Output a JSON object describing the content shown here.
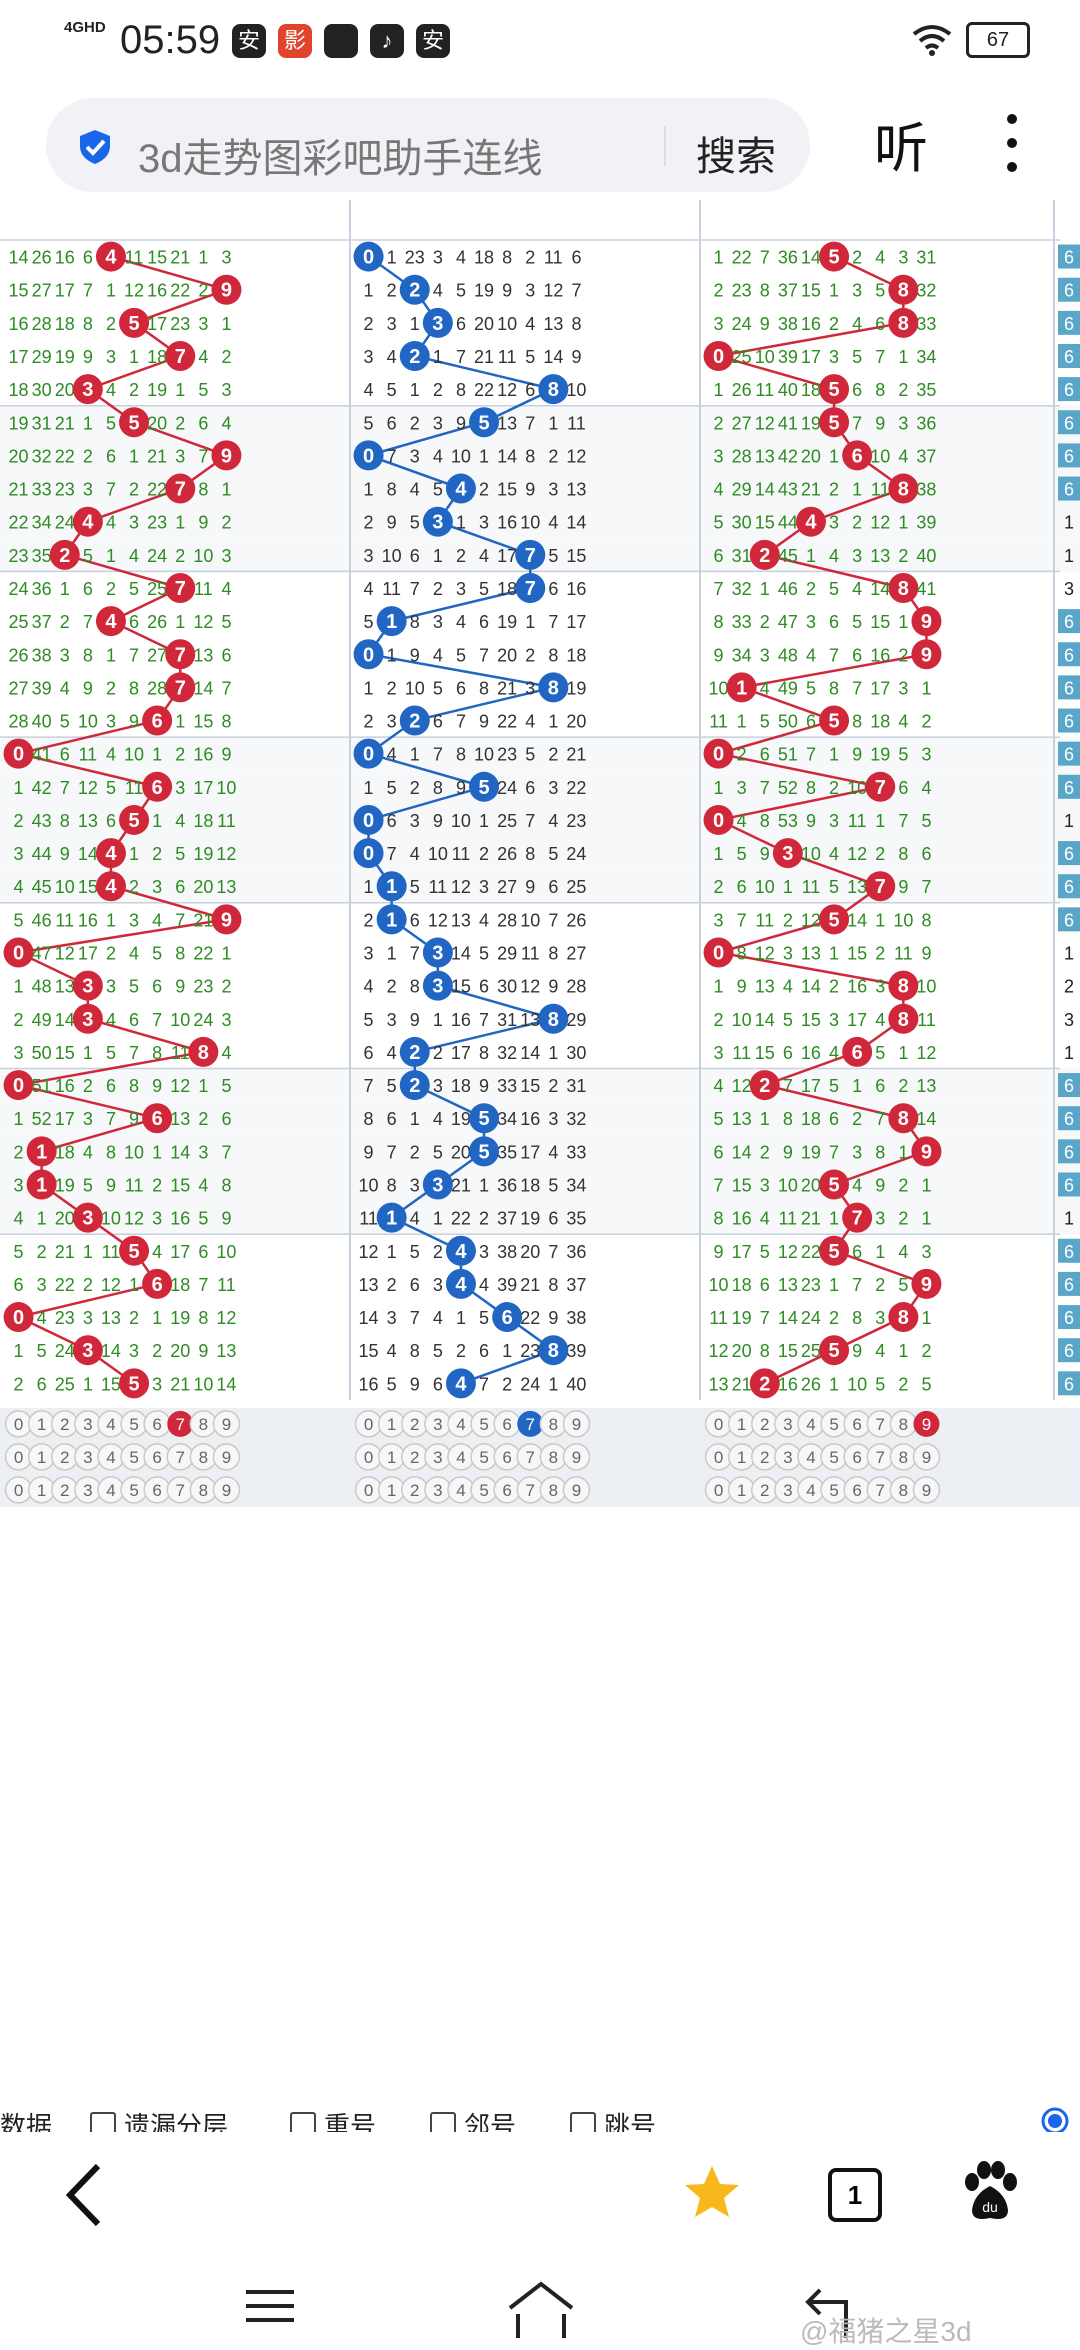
{
  "status_bar": {
    "network": "4GHD",
    "time": "05:59",
    "battery": "67",
    "apps": [
      "安",
      "影",
      "",
      "♪",
      "安"
    ]
  },
  "toolbar": {
    "search_text": "3d走势图彩吧助手连线",
    "search_button": "搜索",
    "listen_button": "听"
  },
  "chart_data": {
    "type": "table",
    "red_ball_color": "#d0283a",
    "blue_ball_color": "#2166c2",
    "cell_text_color": "#2e8b23",
    "hundreds": [
      [
        14,
        26,
        16,
        6,
        "4",
        11,
        15,
        21,
        1,
        3
      ],
      [
        15,
        27,
        17,
        7,
        1,
        12,
        16,
        22,
        2,
        "9"
      ],
      [
        16,
        28,
        18,
        8,
        2,
        "5",
        17,
        23,
        3,
        1
      ],
      [
        17,
        29,
        19,
        9,
        3,
        1,
        18,
        "7",
        4,
        2
      ],
      [
        18,
        30,
        20,
        "3",
        4,
        2,
        19,
        1,
        5,
        3
      ],
      [
        19,
        31,
        21,
        1,
        5,
        "5",
        20,
        2,
        6,
        4
      ],
      [
        20,
        32,
        22,
        2,
        6,
        1,
        21,
        3,
        7,
        "9"
      ],
      [
        21,
        33,
        23,
        3,
        7,
        2,
        22,
        "7",
        8,
        1
      ],
      [
        22,
        34,
        24,
        "4",
        4,
        3,
        23,
        1,
        9,
        2
      ],
      [
        23,
        35,
        "2",
        5,
        1,
        4,
        24,
        2,
        10,
        3
      ],
      [
        24,
        36,
        1,
        6,
        2,
        5,
        25,
        "7",
        11,
        4
      ],
      [
        25,
        37,
        2,
        7,
        "4",
        6,
        26,
        1,
        12,
        5
      ],
      [
        26,
        38,
        3,
        8,
        1,
        7,
        27,
        "7",
        13,
        6
      ],
      [
        27,
        39,
        4,
        9,
        2,
        8,
        28,
        "7",
        14,
        7
      ],
      [
        28,
        40,
        5,
        10,
        3,
        9,
        "6",
        1,
        15,
        8
      ],
      [
        "0",
        41,
        6,
        11,
        4,
        10,
        1,
        2,
        16,
        9
      ],
      [
        1,
        42,
        7,
        12,
        5,
        11,
        "6",
        3,
        17,
        10
      ],
      [
        2,
        43,
        8,
        13,
        6,
        "5",
        1,
        4,
        18,
        11
      ],
      [
        3,
        44,
        9,
        14,
        "4",
        1,
        2,
        5,
        19,
        12
      ],
      [
        4,
        45,
        10,
        15,
        "4",
        2,
        3,
        6,
        20,
        13
      ],
      [
        5,
        46,
        11,
        16,
        1,
        3,
        4,
        7,
        21,
        "9"
      ],
      [
        "0",
        47,
        12,
        17,
        2,
        4,
        5,
        8,
        22,
        1
      ],
      [
        1,
        48,
        13,
        "3",
        3,
        5,
        6,
        9,
        23,
        2
      ],
      [
        2,
        49,
        14,
        "3",
        4,
        6,
        7,
        10,
        24,
        3
      ],
      [
        3,
        50,
        15,
        1,
        5,
        7,
        8,
        11,
        "8",
        4
      ],
      [
        "0",
        51,
        16,
        2,
        6,
        8,
        9,
        12,
        1,
        5
      ],
      [
        1,
        52,
        17,
        3,
        7,
        9,
        "6",
        13,
        2,
        6
      ],
      [
        2,
        "1",
        18,
        4,
        8,
        10,
        1,
        14,
        3,
        7
      ],
      [
        3,
        "1",
        19,
        5,
        9,
        11,
        2,
        15,
        4,
        8
      ],
      [
        4,
        1,
        20,
        "3",
        10,
        12,
        3,
        16,
        5,
        9
      ],
      [
        5,
        2,
        21,
        1,
        11,
        "5",
        4,
        17,
        6,
        10
      ],
      [
        6,
        3,
        22,
        2,
        12,
        1,
        "6",
        18,
        7,
        11
      ],
      [
        "0",
        4,
        23,
        3,
        13,
        2,
        1,
        19,
        8,
        12
      ],
      [
        1,
        5,
        24,
        "3",
        14,
        3,
        2,
        20,
        9,
        13
      ],
      [
        2,
        6,
        25,
        1,
        15,
        "5",
        3,
        21,
        10,
        14
      ]
    ],
    "tens": [
      [
        "0",
        1,
        23,
        3,
        4,
        18,
        8,
        2,
        11,
        6
      ],
      [
        1,
        2,
        "2",
        4,
        5,
        19,
        9,
        3,
        12,
        7
      ],
      [
        2,
        3,
        1,
        "3",
        6,
        20,
        10,
        4,
        13,
        8
      ],
      [
        3,
        4,
        "2",
        1,
        7,
        21,
        11,
        5,
        14,
        9
      ],
      [
        4,
        5,
        1,
        2,
        8,
        22,
        12,
        6,
        "8",
        10
      ],
      [
        5,
        6,
        2,
        3,
        9,
        "5",
        13,
        7,
        1,
        11
      ],
      [
        "0",
        7,
        3,
        4,
        10,
        1,
        14,
        8,
        2,
        12
      ],
      [
        1,
        8,
        4,
        5,
        "4",
        2,
        15,
        9,
        3,
        13
      ],
      [
        2,
        9,
        5,
        "3",
        1,
        3,
        16,
        10,
        4,
        14
      ],
      [
        3,
        10,
        6,
        1,
        2,
        4,
        17,
        "7",
        5,
        15
      ],
      [
        4,
        11,
        7,
        2,
        3,
        5,
        18,
        "7",
        6,
        16
      ],
      [
        5,
        "1",
        8,
        3,
        4,
        6,
        19,
        1,
        7,
        17
      ],
      [
        "0",
        1,
        9,
        4,
        5,
        7,
        20,
        2,
        8,
        18
      ],
      [
        1,
        2,
        10,
        5,
        6,
        8,
        21,
        3,
        "8",
        19
      ],
      [
        2,
        3,
        "2",
        6,
        7,
        9,
        22,
        4,
        1,
        20
      ],
      [
        "0",
        4,
        1,
        7,
        8,
        10,
        23,
        5,
        2,
        21
      ],
      [
        1,
        5,
        2,
        8,
        9,
        "5",
        24,
        6,
        3,
        22
      ],
      [
        "0",
        6,
        3,
        9,
        10,
        1,
        25,
        7,
        4,
        23
      ],
      [
        "0",
        7,
        4,
        10,
        11,
        2,
        26,
        8,
        5,
        24
      ],
      [
        1,
        "1",
        5,
        11,
        12,
        3,
        27,
        9,
        6,
        25
      ],
      [
        2,
        "1",
        6,
        12,
        13,
        4,
        28,
        10,
        7,
        26
      ],
      [
        3,
        1,
        7,
        "3",
        14,
        5,
        29,
        11,
        8,
        27
      ],
      [
        4,
        2,
        8,
        "3",
        15,
        6,
        30,
        12,
        9,
        28
      ],
      [
        5,
        3,
        9,
        1,
        16,
        7,
        31,
        13,
        "8",
        29
      ],
      [
        6,
        4,
        "2",
        2,
        17,
        8,
        32,
        14,
        1,
        30
      ],
      [
        7,
        5,
        "2",
        3,
        18,
        9,
        33,
        15,
        2,
        31
      ],
      [
        8,
        6,
        1,
        4,
        19,
        "5",
        34,
        16,
        3,
        32
      ],
      [
        9,
        7,
        2,
        5,
        20,
        "5",
        35,
        17,
        4,
        33
      ],
      [
        10,
        8,
        3,
        "3",
        21,
        1,
        36,
        18,
        5,
        34
      ],
      [
        11,
        "1",
        4,
        1,
        22,
        2,
        37,
        19,
        6,
        35
      ],
      [
        12,
        1,
        5,
        2,
        "4",
        3,
        38,
        20,
        7,
        36
      ],
      [
        13,
        2,
        6,
        3,
        "4",
        4,
        39,
        21,
        8,
        37
      ],
      [
        14,
        3,
        7,
        4,
        1,
        5,
        "6",
        22,
        9,
        38
      ],
      [
        15,
        4,
        8,
        5,
        2,
        6,
        1,
        23,
        "8",
        39
      ],
      [
        16,
        5,
        9,
        6,
        "4",
        7,
        2,
        24,
        1,
        40
      ]
    ],
    "units": [
      [
        1,
        22,
        7,
        36,
        14,
        "5",
        2,
        4,
        3,
        31
      ],
      [
        2,
        23,
        8,
        37,
        15,
        1,
        3,
        5,
        "8",
        32
      ],
      [
        3,
        24,
        9,
        38,
        16,
        2,
        4,
        6,
        "8",
        33
      ],
      [
        "0",
        25,
        10,
        39,
        17,
        3,
        5,
        7,
        1,
        34
      ],
      [
        1,
        26,
        11,
        40,
        18,
        "5",
        6,
        8,
        2,
        35
      ],
      [
        2,
        27,
        12,
        41,
        19,
        "5",
        7,
        9,
        3,
        36
      ],
      [
        3,
        28,
        13,
        42,
        20,
        1,
        "6",
        10,
        4,
        37
      ],
      [
        4,
        29,
        14,
        43,
        21,
        2,
        1,
        11,
        "8",
        38
      ],
      [
        5,
        30,
        15,
        44,
        "4",
        3,
        2,
        12,
        1,
        39
      ],
      [
        6,
        31,
        "2",
        45,
        1,
        4,
        3,
        13,
        2,
        40
      ],
      [
        7,
        32,
        1,
        46,
        2,
        5,
        4,
        14,
        "8",
        41
      ],
      [
        8,
        33,
        2,
        47,
        3,
        6,
        5,
        15,
        1,
        "9"
      ],
      [
        9,
        34,
        3,
        48,
        4,
        7,
        6,
        16,
        2,
        "9"
      ],
      [
        10,
        "1",
        4,
        49,
        5,
        8,
        7,
        17,
        3,
        1
      ],
      [
        11,
        1,
        5,
        50,
        6,
        "5",
        8,
        18,
        4,
        2
      ],
      [
        "0",
        2,
        6,
        51,
        7,
        1,
        9,
        19,
        5,
        3
      ],
      [
        1,
        3,
        7,
        52,
        8,
        2,
        10,
        "7",
        6,
        4
      ],
      [
        "0",
        4,
        8,
        53,
        9,
        3,
        11,
        1,
        7,
        5
      ],
      [
        1,
        5,
        9,
        "3",
        10,
        4,
        12,
        2,
        8,
        6
      ],
      [
        2,
        6,
        10,
        1,
        11,
        5,
        13,
        "7",
        9,
        7
      ],
      [
        3,
        7,
        11,
        2,
        12,
        "5",
        14,
        1,
        10,
        8
      ],
      [
        "0",
        8,
        12,
        3,
        13,
        1,
        15,
        2,
        11,
        9
      ],
      [
        1,
        9,
        13,
        4,
        14,
        2,
        16,
        3,
        "8",
        10
      ],
      [
        2,
        10,
        14,
        5,
        15,
        3,
        17,
        4,
        "8",
        11
      ],
      [
        3,
        11,
        15,
        6,
        16,
        4,
        "6",
        5,
        1,
        12
      ],
      [
        4,
        12,
        "2",
        7,
        17,
        5,
        1,
        6,
        2,
        13
      ],
      [
        5,
        13,
        1,
        8,
        18,
        6,
        2,
        7,
        "8",
        14
      ],
      [
        6,
        14,
        2,
        9,
        19,
        7,
        3,
        8,
        1,
        "9"
      ],
      [
        7,
        15,
        3,
        10,
        20,
        "5",
        4,
        9,
        2,
        1
      ],
      [
        8,
        16,
        4,
        11,
        21,
        1,
        "7",
        3,
        2,
        1
      ],
      [
        9,
        17,
        5,
        12,
        22,
        "5",
        6,
        1,
        4,
        3
      ],
      [
        10,
        18,
        6,
        13,
        23,
        1,
        7,
        2,
        5,
        "9"
      ],
      [
        11,
        19,
        7,
        14,
        24,
        2,
        8,
        3,
        "8",
        1
      ],
      [
        12,
        20,
        8,
        15,
        25,
        "5",
        9,
        4,
        1,
        2
      ],
      [
        13,
        21,
        "2",
        16,
        26,
        1,
        10,
        5,
        2,
        5
      ]
    ],
    "side_column": [
      "6",
      "6",
      "6",
      "6",
      "6",
      "6",
      "6",
      "6",
      "1",
      "1",
      "3",
      "6",
      "6",
      "6",
      "6",
      "6",
      "6",
      "1",
      "6",
      "6",
      "6",
      "1",
      "2",
      "3",
      "1",
      "6",
      "6",
      "6",
      "6",
      "1",
      "6",
      "6",
      "6",
      "6",
      "6"
    ],
    "selector_digits": [
      "0",
      "1",
      "2",
      "3",
      "4",
      "5",
      "6",
      "7",
      "8",
      "9"
    ],
    "selector_selected": [
      {
        "hundreds": "7",
        "tens": "7",
        "units": "9"
      },
      {
        "hundreds": null,
        "tens": null,
        "units": null
      },
      {
        "hundreds": null,
        "tens": null,
        "units": null
      }
    ]
  },
  "filter_bar": {
    "label": "数据",
    "options": [
      "遗漏分层",
      "重号",
      "邻号",
      "跳号"
    ]
  },
  "bottom_nav": {
    "tab_count": "1"
  },
  "watermark": "@福猪之星3d"
}
